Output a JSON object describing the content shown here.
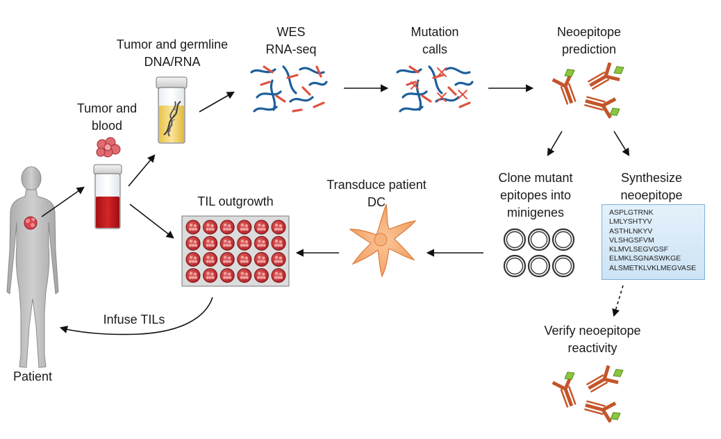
{
  "labels": {
    "tumor_germline": "Tumor and germline\nDNA/RNA",
    "wes": "WES\nRNA-seq",
    "mutation_calls": "Mutation\ncalls",
    "neoepitope_prediction": "Neoepitope\nprediction",
    "tumor_blood": "Tumor and\nblood",
    "clone": "Clone mutant\nepitopes into\nminigenes",
    "synthesize": "Synthesize\nneoepitope",
    "transduce": "Transduce patient\nDC",
    "til_outgrowth": "TIL outgrowth",
    "infuse": "Infuse TILs",
    "verify": "Verify neoepitope\nreactivity",
    "patient": "Patient"
  },
  "peptides": [
    "ASPLGTRNK",
    "LMLYSHTYV",
    "ASTHLNKYV",
    "VLSHGSFVM",
    "KLMVLSEGVGSF",
    "ELMKLSGNASWKGE",
    "ALSMETKLVKLMEGVASE"
  ],
  "colors": {
    "dna_red": "#e0523f",
    "dna_blue": "#1d5f9c",
    "antibody": "#c4552a",
    "antigen": "#8cc63f",
    "dc_cell": "#f6a96f",
    "blood": "#c0181c",
    "tissue": "#d8454f",
    "minigene": "#333333",
    "sequence_box": "#cde3f4",
    "plate": "#dcdcdc",
    "body": "#bdbdbd"
  }
}
